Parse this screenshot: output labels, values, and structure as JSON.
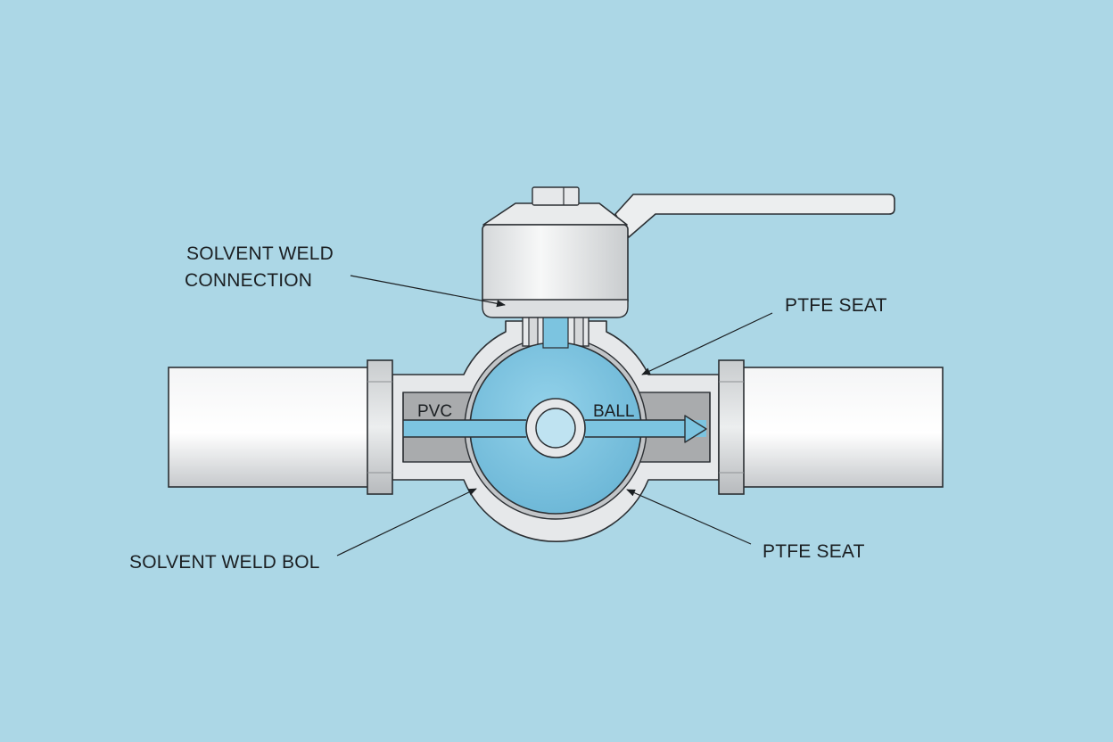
{
  "labels": {
    "solvent_weld_connection_line1": "SOLVENT WELD",
    "solvent_weld_connection_line2": "CONNECTION",
    "ptfe_seat_top": "PTFE SEAT",
    "ptfe_seat_bottom": "PTFE SEAT",
    "solvent_weld_bol": "SOLVENT WELD BOL",
    "pvc": "PVC",
    "ball": "BALL"
  },
  "colors": {
    "background": "#acd7e6",
    "water": "#7cc4e0",
    "body": "#e6e8ea",
    "outline": "#2b2f33",
    "cavity": "#a9abad"
  }
}
